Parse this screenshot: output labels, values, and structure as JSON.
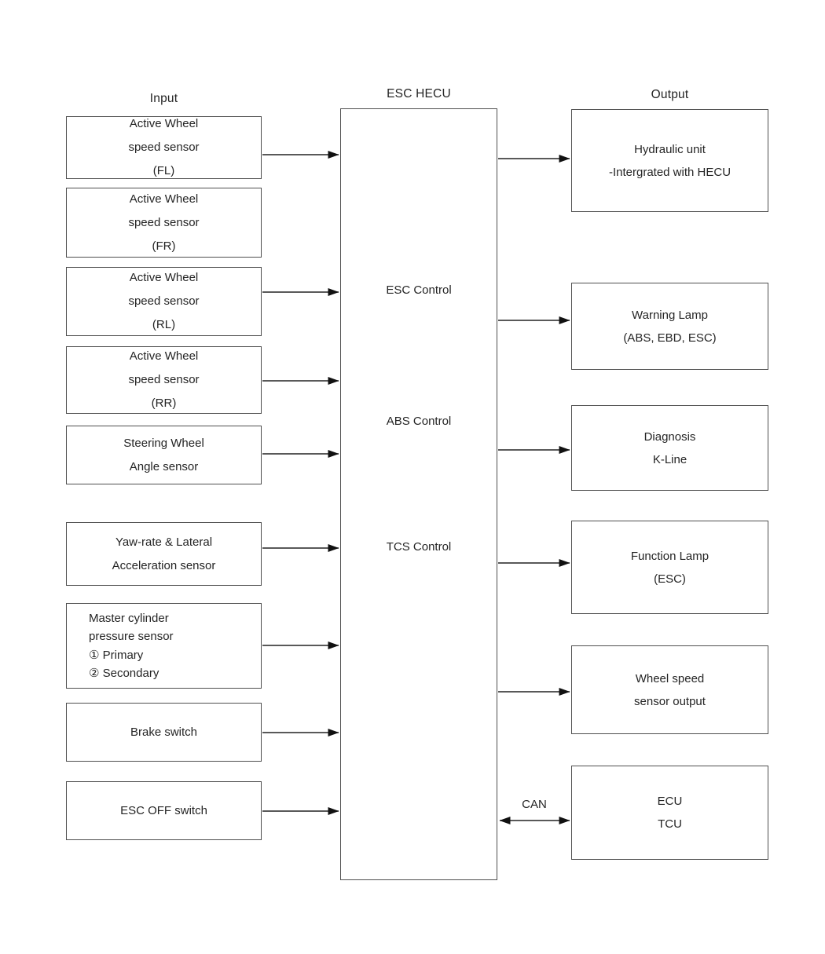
{
  "page": {
    "headings": {
      "input": "Input",
      "hecu": "ESC HECU",
      "output": "Output"
    },
    "hecu_functions": {
      "esc": "ESC Control",
      "abs": "ABS Control",
      "tcs": "TCS Control"
    },
    "can_label": "CAN",
    "inputs": [
      {
        "lines": [
          "Active Wheel",
          "speed sensor",
          "(FL)"
        ]
      },
      {
        "lines": [
          "Active Wheel",
          "speed sensor",
          "(FR)"
        ]
      },
      {
        "lines": [
          "Active Wheel",
          "speed sensor",
          "(RL)"
        ]
      },
      {
        "lines": [
          "Active Wheel",
          "speed sensor",
          "(RR)"
        ]
      },
      {
        "lines": [
          "Steering Wheel",
          "Angle sensor"
        ]
      },
      {
        "lines": [
          "Yaw-rate & Lateral",
          "Acceleration sensor"
        ]
      },
      {
        "lines": [
          "Master cylinder",
          "pressure sensor",
          "① Primary",
          "② Secondary"
        ]
      },
      {
        "lines": [
          "Brake switch"
        ]
      },
      {
        "lines": [
          "ESC OFF switch"
        ]
      }
    ],
    "outputs": [
      {
        "lines": [
          "Hydraulic unit",
          "-Intergrated with HECU"
        ]
      },
      {
        "lines": [
          "Warning Lamp",
          "(ABS, EBD, ESC)"
        ]
      },
      {
        "lines": [
          "Diagnosis",
          "K-Line"
        ]
      },
      {
        "lines": [
          "Function Lamp",
          "(ESC)"
        ]
      },
      {
        "lines": [
          "Wheel speed",
          "sensor output"
        ]
      },
      {
        "lines": [
          "ECU",
          "TCU"
        ]
      }
    ],
    "colors": {
      "box_border": "#4f4f4f",
      "line": "#222222",
      "text": "#242424",
      "background": "#ffffff"
    }
  }
}
